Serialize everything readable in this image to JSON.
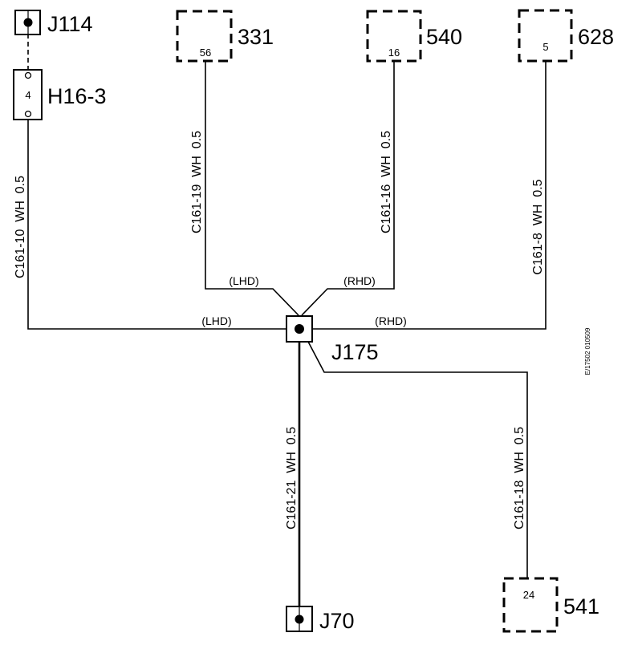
{
  "diagram": {
    "connectors": {
      "j114": {
        "label": "J114"
      },
      "h16_3": {
        "label": "H16-3",
        "pin": "4"
      },
      "c331": {
        "label": "331",
        "pin": "56"
      },
      "c540": {
        "label": "540",
        "pin": "16"
      },
      "c628": {
        "label": "628",
        "pin": "5"
      },
      "j175": {
        "label": "J175"
      },
      "j70": {
        "label": "J70"
      },
      "c541": {
        "label": "541",
        "pin": "24"
      }
    },
    "wires": {
      "c161_10": "C161-10  WH  0.5",
      "c161_19": "C161-19  WH  0.5",
      "c161_16": "C161-16  WH  0.5",
      "c161_8": "C161-8  WH  0.5",
      "c161_21": "C161-21  WH  0.5",
      "c161_18": "C161-18  WH  0.5"
    },
    "variants": {
      "lhd_upper": "(LHD)",
      "rhd_upper": "(RHD)",
      "lhd_main": "(LHD)",
      "rhd_main": "(RHD)"
    },
    "reference": "E/17502 010509"
  }
}
